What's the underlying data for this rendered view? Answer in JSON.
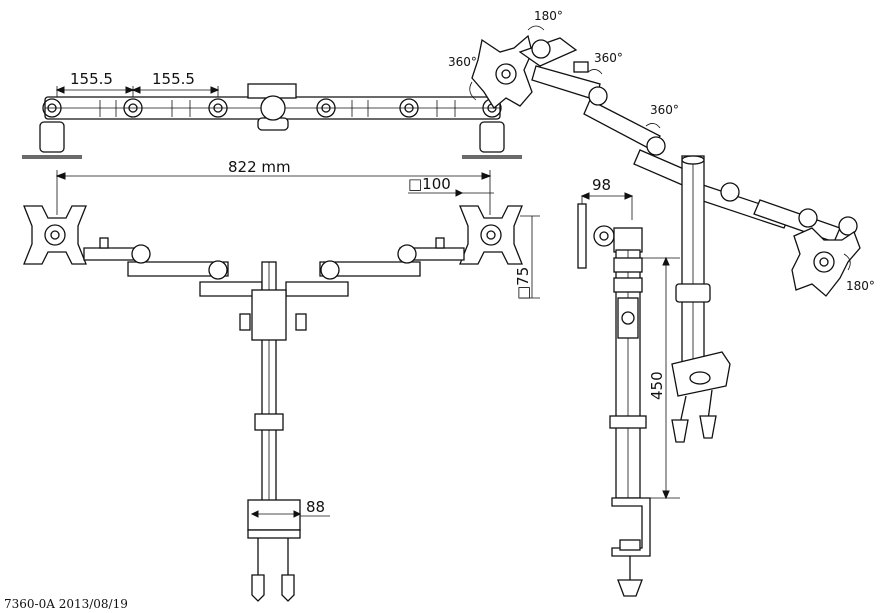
{
  "top_view": {
    "dim_left": "155.5",
    "dim_right": "155.5"
  },
  "front_view": {
    "width_label": "822  mm",
    "vesa_h": "□100",
    "vesa_v": "□75",
    "clamp_width": "88"
  },
  "side_view": {
    "depth": "98",
    "pole_height": "450"
  },
  "iso_view": {
    "rot_top": "180°",
    "rot_left": "360°",
    "rot_mid1": "360°",
    "rot_mid2": "360°",
    "rot_right": "180°"
  },
  "footer": {
    "code": "7360-0A  2013/08/19"
  }
}
